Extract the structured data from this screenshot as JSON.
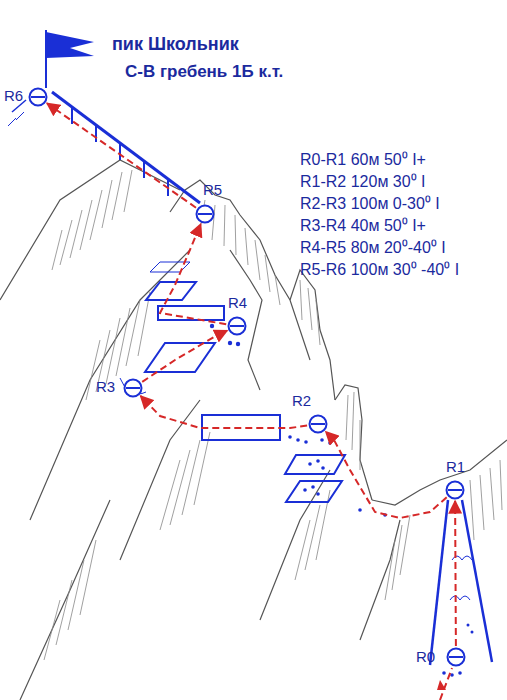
{
  "diagram": {
    "title": "пик Школьник",
    "nodes": [
      {
        "text": [
          "R0"
        ]
      },
      {
        "text": [
          "R1"
        ]
      },
      {
        "text": [
          "R2"
        ]
      },
      {
        "text": [
          "R3"
        ]
      },
      {
        "text": [
          "R4"
        ]
      },
      {
        "text": [
          "R5"
        ]
      },
      {
        "text": [
          "R6"
        ]
      }
    ],
    "edges": [
      {
        "from": 0,
        "to": 1,
        "arrow": "to"
      },
      {
        "from": 1,
        "to": 2,
        "arrow": "to"
      },
      {
        "from": 2,
        "to": 3,
        "arrow": "to"
      },
      {
        "from": 3,
        "to": 4,
        "arrow": "to"
      },
      {
        "from": 4,
        "to": 5,
        "arrow": "to"
      },
      {
        "from": 5,
        "to": 6,
        "arrow": "to"
      }
    ],
    "labels": [
      "С-В гребень 1Б к.т.",
      "R0-R1 60м 50⁰ I+",
      "R1-R2 120м 30⁰ I",
      "R2-R3 100м 0-30⁰ I",
      "R3-R4 40м 50⁰ I+",
      "R4-R5 80м 20⁰-40⁰ I",
      "R5-R6 100м 30⁰ -40⁰ I"
    ]
  }
}
